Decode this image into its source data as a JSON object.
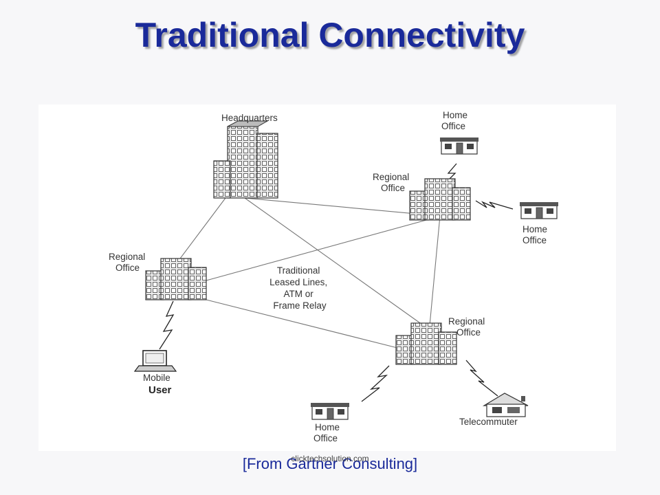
{
  "title": "Traditional Connectivity",
  "caption": "[From Gartner Consulting]",
  "watermark": "clicktechsolution.com",
  "colors": {
    "title": "#1a2a9a",
    "caption": "#1a2a9a",
    "lines": "#777777"
  },
  "diagram": {
    "headquarters": "Headquarters",
    "regional_office_top_right": [
      "Regional",
      "Office"
    ],
    "regional_office_left": [
      "Regional",
      "Office"
    ],
    "regional_office_bottom": [
      "Regional",
      "Office"
    ],
    "home_office_top": [
      "Home",
      "Office"
    ],
    "home_office_right": [
      "Home",
      "Office"
    ],
    "home_office_bottom": [
      "Home",
      "Office"
    ],
    "center_label": [
      "Traditional",
      "Leased Lines,",
      "ATM or",
      "Frame Relay"
    ],
    "mobile_user": [
      "Mobile",
      "User"
    ],
    "telecommuter": "Telecommuter"
  }
}
